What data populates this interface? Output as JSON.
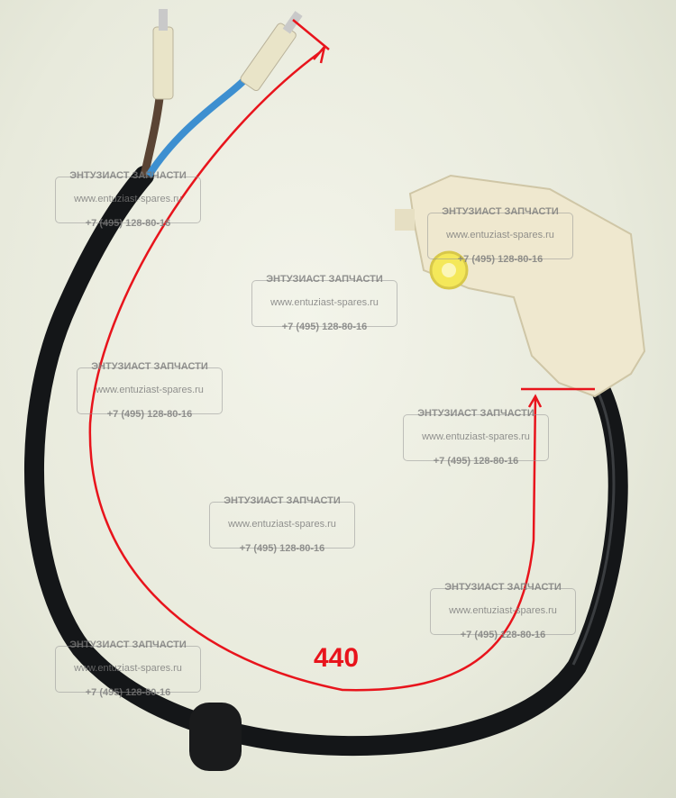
{
  "watermark": {
    "title": "ЭНТУЗИАСТ ЗАПЧАСТИ",
    "url": "www.entuziast-spares.ru",
    "phone": "+7 (495) 128-80-16"
  },
  "measurement": {
    "length_label": "440",
    "color": "#e8141c"
  },
  "colors": {
    "cable": "#141618",
    "blue_wire": "#3d8fd0",
    "brown_wire": "#5a4434",
    "housing": "#efe8cf",
    "plunger": "#f4e85a"
  }
}
